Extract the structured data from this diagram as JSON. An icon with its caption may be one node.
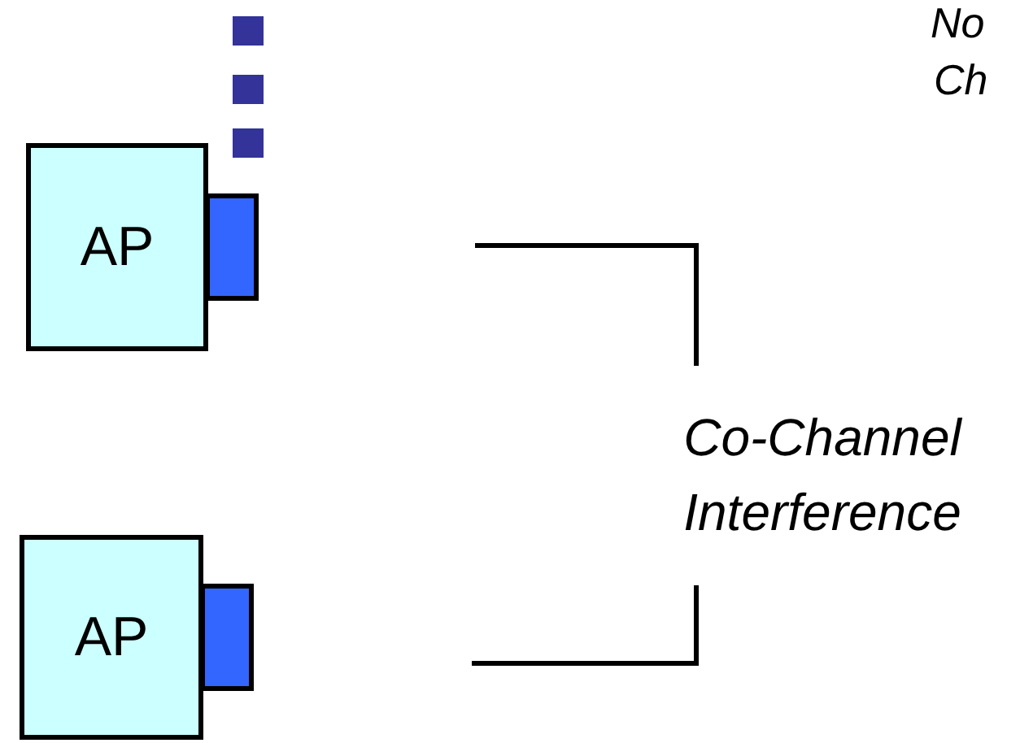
{
  "diagram": {
    "nodes": [
      {
        "text": [
          "AP"
        ]
      },
      {
        "text": [
          "AP"
        ]
      }
    ],
    "edges": [],
    "labels": [
      "No",
      "Ch",
      "Co-Channel Interference"
    ]
  }
}
